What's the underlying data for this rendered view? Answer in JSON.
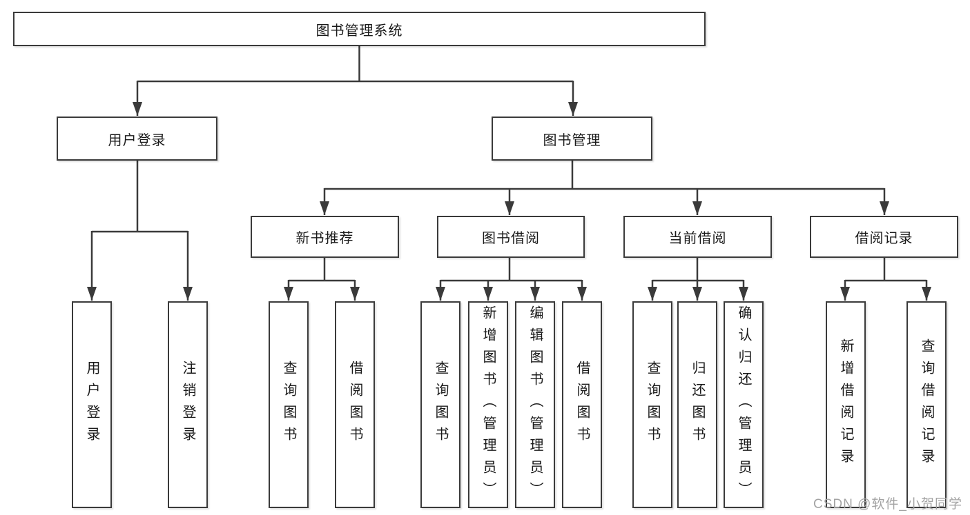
{
  "nodes": {
    "root": {
      "label": "图书管理系统"
    },
    "user_login": {
      "label": "用户登录"
    },
    "book_mgmt": {
      "label": "图书管理"
    },
    "new_book_rec": {
      "label": "新书推荐"
    },
    "book_borrow": {
      "label": "图书借阅"
    },
    "current_borrow": {
      "label": "当前借阅"
    },
    "borrow_records": {
      "label": "借阅记录"
    },
    "leaf_user_login": {
      "label": "用户登录"
    },
    "leaf_logout": {
      "label": "注销登录"
    },
    "leaf_nb_query": {
      "label": "查询图书"
    },
    "leaf_nb_borrow": {
      "label": "借阅图书"
    },
    "leaf_bb_query": {
      "label": "查询图书"
    },
    "leaf_bb_add": {
      "label": "新增图书（管理员）"
    },
    "leaf_bb_edit": {
      "label": "编辑图书（管理员）"
    },
    "leaf_bb_borrow": {
      "label": "借阅图书"
    },
    "leaf_cb_query": {
      "label": "查询图书"
    },
    "leaf_cb_return": {
      "label": "归还图书"
    },
    "leaf_cb_confirm": {
      "label": "确认归还（管理员）"
    },
    "leaf_br_add": {
      "label": "新增借阅记录"
    },
    "leaf_br_query": {
      "label": "查询借阅记录"
    }
  },
  "watermark": {
    "text": "CSDN @软件_小贺同学"
  },
  "colors": {
    "line": "#3a3a3a",
    "text": "#1a1a1a",
    "watermark": "#a3a3a3",
    "background": "#ffffff"
  }
}
